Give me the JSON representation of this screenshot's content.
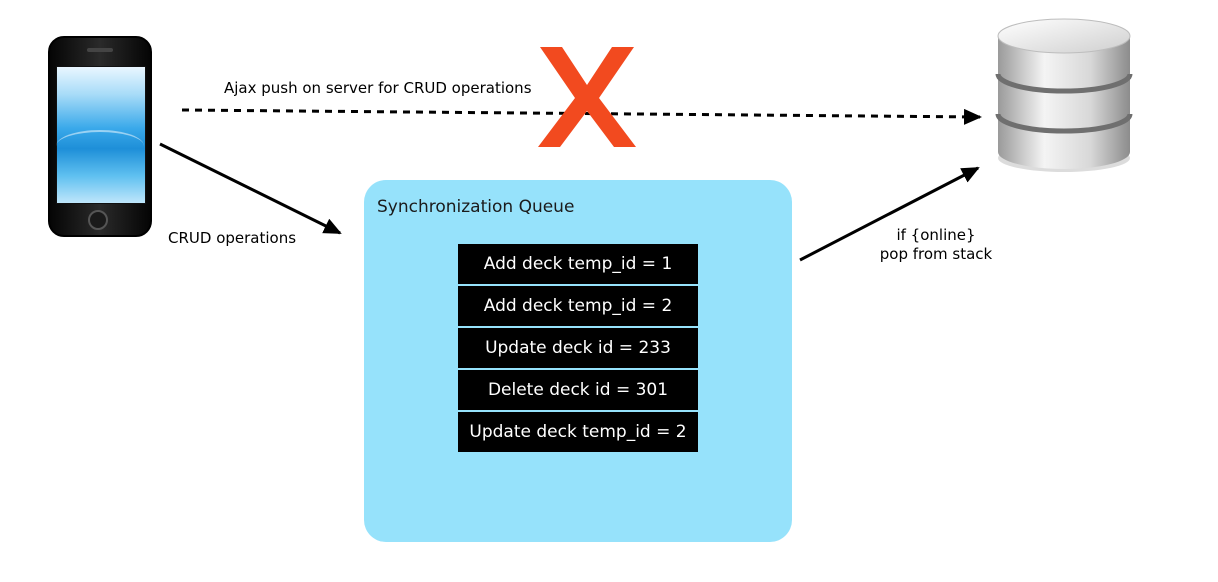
{
  "labels": {
    "ajax": "Ajax push on server for CRUD operations",
    "crud": "CRUD operations",
    "online_line1": "if {online}",
    "online_line2": "pop from stack"
  },
  "queue": {
    "title": "Synchronization Queue",
    "items": [
      "Add deck temp_id = 1",
      "Add deck temp_id = 2",
      "Update deck id = 233",
      "Delete deck id = 301",
      "Update deck temp_id = 2"
    ]
  },
  "colors": {
    "queue_background": "#96e2fb",
    "queue_item_background": "#000000",
    "cross": "#f24a1f"
  },
  "icons": {
    "client": "smartphone-icon",
    "server": "database-icon",
    "blocked": "cross-icon"
  }
}
